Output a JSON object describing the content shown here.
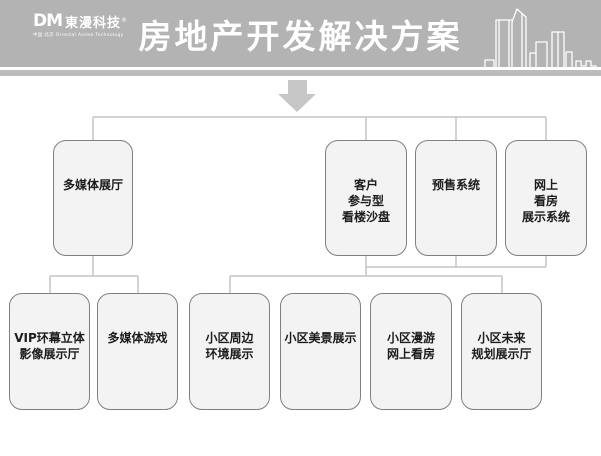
{
  "header": {
    "title": "房地产开发解决方案",
    "logo": {
      "brand": "DM",
      "name": "東漫科技",
      "reg": "®",
      "tagline": "中国·北京  Oriental Anime Technology"
    }
  },
  "diagram": {
    "top_row": [
      {
        "label": "多媒体展厅",
        "lines": [
          "多媒体展厅"
        ]
      },
      {
        "label": "客户参与型看楼沙盘",
        "lines": [
          "客户",
          "参与型",
          "看楼沙盘"
        ]
      },
      {
        "label": "预售系统",
        "lines": [
          "预售系统"
        ]
      },
      {
        "label": "网上看房展示系统",
        "lines": [
          "网上",
          "看房",
          "展示系统"
        ]
      }
    ],
    "bottom_row": [
      {
        "label": "VIP环幕立体影像展示厅",
        "lines": [
          "VIP环幕立体",
          "影像展示厅"
        ]
      },
      {
        "label": "多媒体游戏",
        "lines": [
          "多媒体游戏"
        ]
      },
      {
        "label": "小区周边环境展示",
        "lines": [
          "小区周边",
          "环境展示"
        ]
      },
      {
        "label": "小区美景展示",
        "lines": [
          "小区美景展示"
        ]
      },
      {
        "label": "小区漫游网上看房",
        "lines": [
          "小区漫游",
          "网上看房"
        ]
      },
      {
        "label": "小区未来规划展示厅",
        "lines": [
          "小区未来",
          "规划展示厅"
        ]
      }
    ]
  },
  "colors": {
    "header_bg": "#b3b3b3",
    "header_strip": "#bcbcbc",
    "title_text": "#ffffff",
    "arrow": "#c7c7c7",
    "node_fill": "#f3f3f3",
    "node_border": "#808080",
    "connector": "#c4c4c4"
  }
}
